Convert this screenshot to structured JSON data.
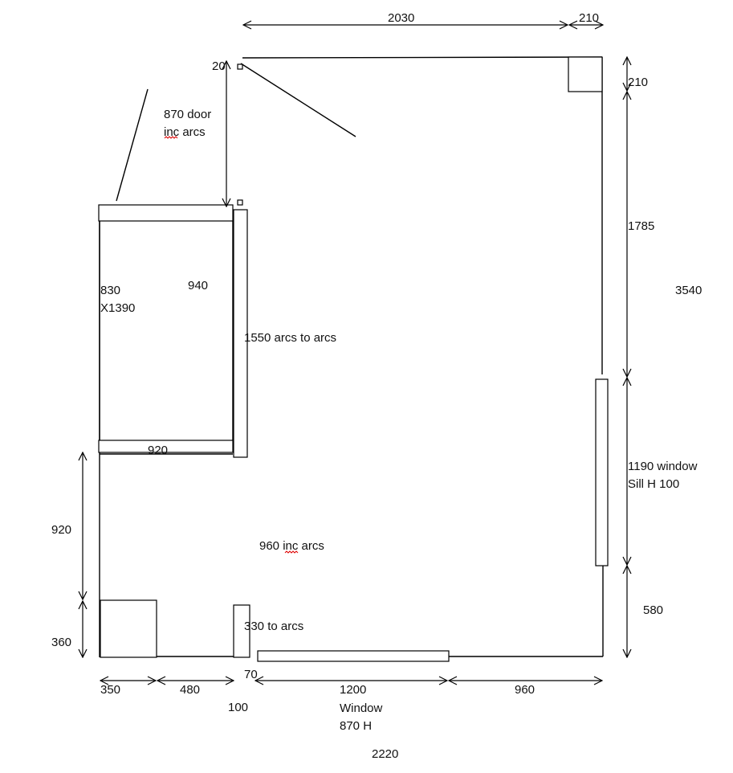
{
  "labels": {
    "top_2030": "2030",
    "top_210": "210",
    "right_210": "210",
    "left_20": "20",
    "door_line1": "870 door",
    "door_line2": "inc arcs",
    "right_1785": "1785",
    "right_3540": "3540",
    "unit_830": "830",
    "unit_x1390": "X1390",
    "unit_940": "940",
    "arcs_1550": "1550 arcs to arcs",
    "unit_920_inner": "920",
    "left_920": "920",
    "window_right_line1": "1190 window",
    "window_right_line2": "Sill H 100",
    "center_960": "960 inc arcs",
    "right_580": "580",
    "left_360": "360",
    "to_arcs_330": "330 to arcs",
    "bottom_70": "70",
    "bottom_350": "350",
    "bottom_480": "480",
    "bottom_100": "100",
    "bottom_1200": "1200",
    "window_bottom_line1": "Window",
    "window_bottom_line2": "870 H",
    "bottom_960": "960",
    "bottom_2220": "2220"
  }
}
